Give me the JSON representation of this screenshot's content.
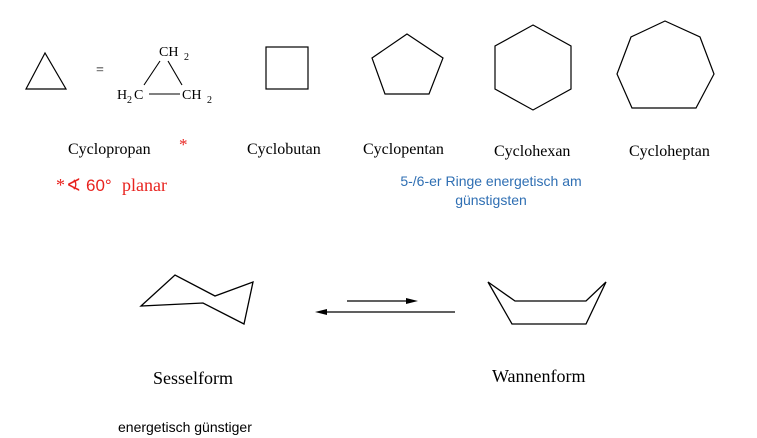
{
  "formula": {
    "equals": "=",
    "ch2_top": "CH",
    "h_left": "H",
    "c_left": "C",
    "ch2_right": "CH",
    "subscript": "2"
  },
  "labels": {
    "cyclopropan": "Cyclopropan",
    "cyclopropan_star": "*",
    "cyclobutan": "Cyclobutan",
    "cyclopentan": "Cyclopentan",
    "cyclohexan": "Cyclohexan",
    "cycloheptan": "Cycloheptan",
    "sesselform": "Sesselform",
    "wannenform": "Wannenform"
  },
  "notes": {
    "angle_star": "*",
    "angle_symbol": "∢",
    "angle_text": "60°",
    "angle_planar": "planar",
    "ring_note_line1": "5-/6-er Ringe energetisch am",
    "ring_note_line2": "günstigsten",
    "chair_note": "energetisch günstiger"
  },
  "colors": {
    "line": "#000000",
    "highlight_red": "#e8231f",
    "note_blue": "#2f6fb3"
  }
}
